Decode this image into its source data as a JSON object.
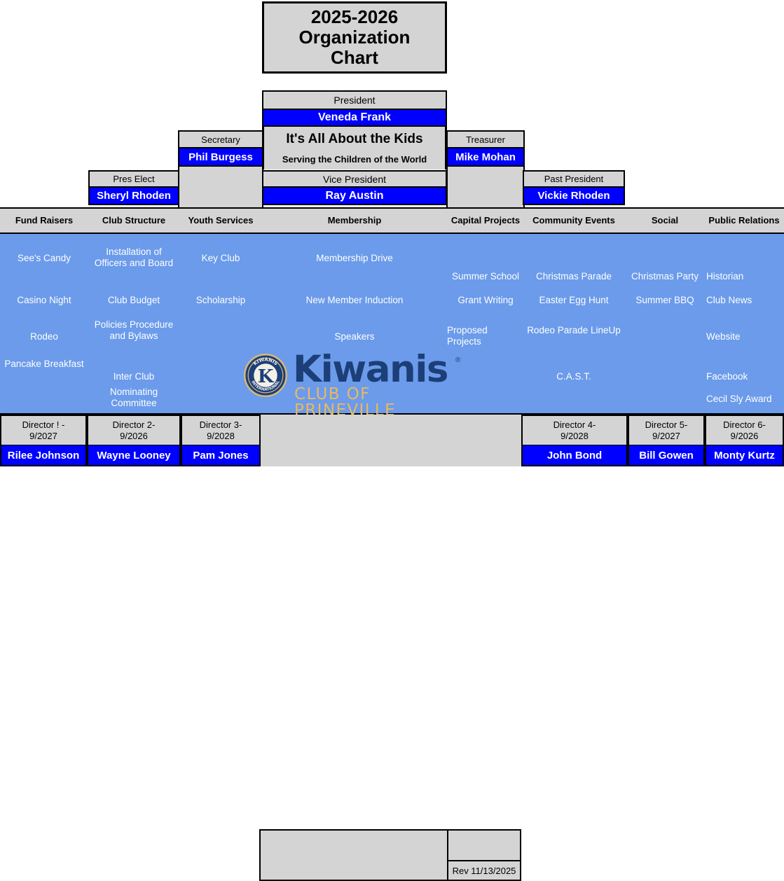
{
  "title": {
    "line1": "2025-2026",
    "line2": "Organization",
    "line3": "Chart"
  },
  "motto": {
    "line1": "It's All About the Kids",
    "line2": "Serving the Children of the World"
  },
  "officers": [
    {
      "role": "President",
      "name": "Veneda Frank"
    },
    {
      "role": "Secretary",
      "name": "Phil Burgess"
    },
    {
      "role": "Treasurer",
      "name": "Mike Mohan"
    },
    {
      "role": "Pres Elect",
      "name": "Sheryl Rhoden"
    },
    {
      "role": "Vice President",
      "name": "Ray Austin"
    },
    {
      "role": "Past President",
      "name": "Vickie Rhoden"
    }
  ],
  "columns": [
    {
      "header": "Fund Raisers",
      "items": [
        "See's Candy",
        "Casino Night",
        "Rodeo",
        "Pancake Breakfast"
      ]
    },
    {
      "header": "Club Structure",
      "items": [
        "Installation of Officers and Board",
        "Club Budget",
        "Policies Procedure and Bylaws",
        "Inter Club",
        "Nominating Committee"
      ]
    },
    {
      "header": "Youth Services",
      "items": [
        "Key Club",
        "Scholarship"
      ]
    },
    {
      "header": "Membership",
      "items": [
        "Membership Drive",
        "New Member Induction",
        "Speakers"
      ]
    },
    {
      "header": "Capital Projects",
      "items": [
        "Summer School",
        "Grant Writing",
        "Proposed Projects"
      ]
    },
    {
      "header": "Community Events",
      "items": [
        "Christmas Parade",
        "Easter Egg Hunt",
        "Rodeo Parade LineUp",
        "C.A.S.T."
      ]
    },
    {
      "header": "Social",
      "items": [
        "Christmas Party",
        "Summer BBQ"
      ]
    },
    {
      "header": "Public Relations",
      "items": [
        "Historian",
        "Club News",
        "Website",
        "Facebook",
        "Cecil Sly Award"
      ]
    }
  ],
  "directors": [
    {
      "role": "Director !    -\n9/2027",
      "name": "Rilee Johnson"
    },
    {
      "role": "Director 2-\n9/2026",
      "name": "Wayne Looney"
    },
    {
      "role": "Director 3-\n9/2028",
      "name": "Pam Jones"
    },
    {
      "role": "Director 4-\n9/2028",
      "name": "John Bond"
    },
    {
      "role": "Director 5-\n9/2027",
      "name": "Bill Gowen"
    },
    {
      "role": "Director 6-\n9/2026",
      "name": "Monty Kurtz"
    }
  ],
  "revision": "Rev 11/13/2025",
  "logo": {
    "wordmark": "Kiwanis",
    "registered": "®",
    "subtitle": "CLUB OF PRINEVILLE",
    "seal_top": "KIWANIS",
    "seal_bottom": "INTERNATIONAL",
    "seal_letter": "K"
  },
  "colors": {
    "name_bar": "#0000FF",
    "panel": "#6B9BEA",
    "box": "#D4D4D4",
    "logo_navy": "#1C3F78",
    "logo_gold": "#E8B863"
  }
}
